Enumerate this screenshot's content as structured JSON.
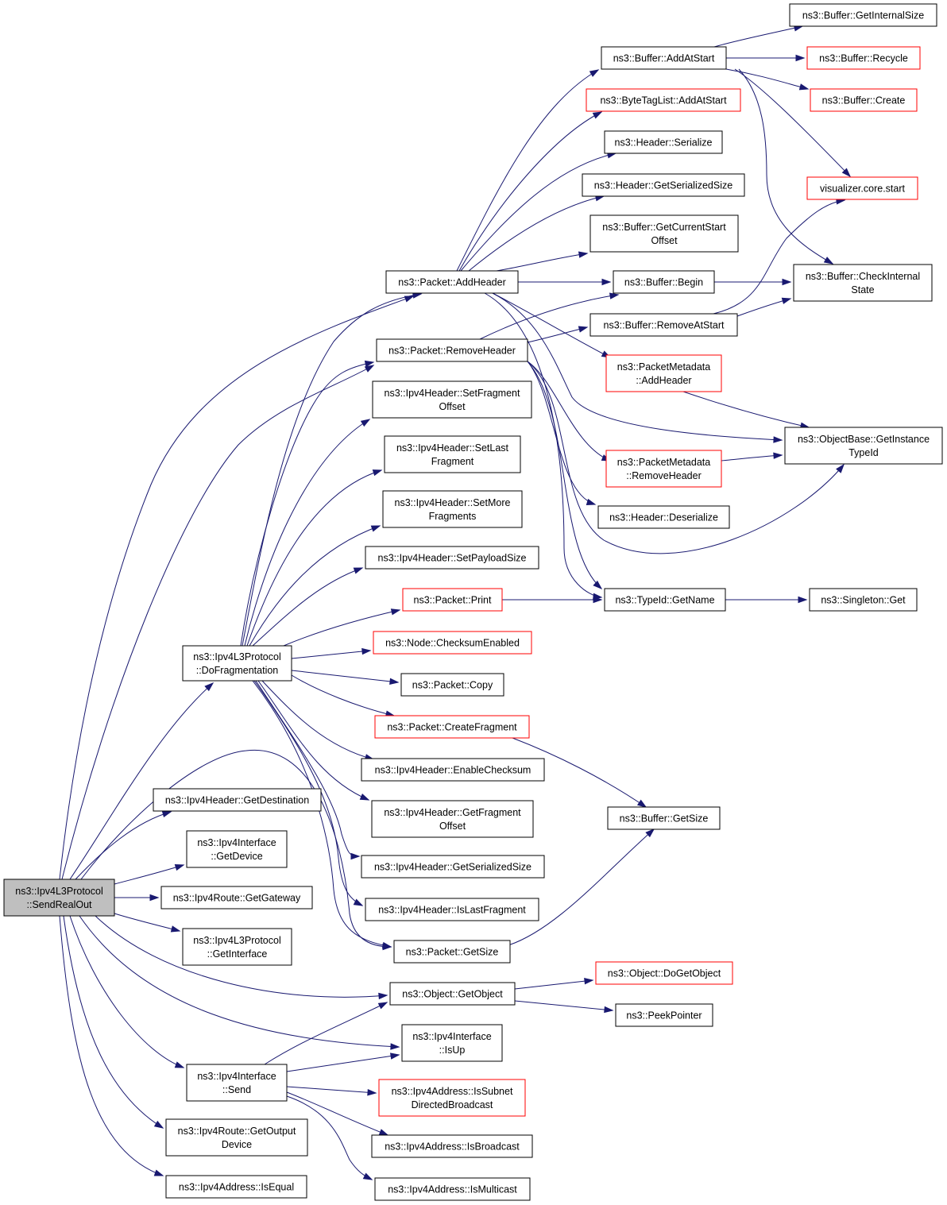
{
  "nodes": {
    "root": [
      "ns3::Ipv4L3Protocol",
      "::SendRealOut"
    ],
    "dofrag": [
      "ns3::Ipv4L3Protocol",
      "::DoFragmentation"
    ],
    "getdest": [
      "ns3::Ipv4Header::GetDestination"
    ],
    "ifgetdev": [
      "ns3::Ipv4Interface",
      "::GetDevice"
    ],
    "routegw": [
      "ns3::Ipv4Route::GetGateway"
    ],
    "l3getif": [
      "ns3::Ipv4L3Protocol",
      "::GetInterface"
    ],
    "ifsend": [
      "ns3::Ipv4Interface",
      "::Send"
    ],
    "routeout": [
      "ns3::Ipv4Route::GetOutput",
      "Device"
    ],
    "addreq": [
      "ns3::Ipv4Address::IsEqual"
    ],
    "addheader": [
      "ns3::Packet::AddHeader"
    ],
    "removeheader": [
      "ns3::Packet::RemoveHeader"
    ],
    "setfragoff": [
      "ns3::Ipv4Header::SetFragment",
      "Offset"
    ],
    "setlast": [
      "ns3::Ipv4Header::SetLast",
      "Fragment"
    ],
    "setmore": [
      "ns3::Ipv4Header::SetMore",
      "Fragments"
    ],
    "setpayload": [
      "ns3::Ipv4Header::SetPayloadSize"
    ],
    "pktprint": [
      "ns3::Packet::Print"
    ],
    "checksum": [
      "ns3::Node::ChecksumEnabled"
    ],
    "pktcopy": [
      "ns3::Packet::Copy"
    ],
    "createfrag": [
      "ns3::Packet::CreateFragment"
    ],
    "enablecs": [
      "ns3::Ipv4Header::EnableChecksum"
    ],
    "getfragoff": [
      "ns3::Ipv4Header::GetFragment",
      "Offset"
    ],
    "getsersize4": [
      "ns3::Ipv4Header::GetSerializedSize"
    ],
    "islastfrag": [
      "ns3::Ipv4Header::IsLastFragment"
    ],
    "pktgetsize": [
      "ns3::Packet::GetSize"
    ],
    "getobject": [
      "ns3::Object::GetObject"
    ],
    "isup": [
      "ns3::Ipv4Interface",
      "::IsUp"
    ],
    "subnetbc": [
      "ns3::Ipv4Address::IsSubnet",
      "DirectedBroadcast"
    ],
    "isbc": [
      "ns3::Ipv4Address::IsBroadcast"
    ],
    "ismc": [
      "ns3::Ipv4Address::IsMulticast"
    ],
    "bufaddatstart": [
      "ns3::Buffer::AddAtStart"
    ],
    "bytetag": [
      "ns3::ByteTagList::AddAtStart"
    ],
    "hdrser": [
      "ns3::Header::Serialize"
    ],
    "hdrgetser": [
      "ns3::Header::GetSerializedSize"
    ],
    "bufcurstart": [
      "ns3::Buffer::GetCurrentStart",
      "Offset"
    ],
    "bufbegin": [
      "ns3::Buffer::Begin"
    ],
    "bufremove": [
      "ns3::Buffer::RemoveAtStart"
    ],
    "pmaddheader": [
      "ns3::PacketMetadata",
      "::AddHeader"
    ],
    "pmremoveheader": [
      "ns3::PacketMetadata",
      "::RemoveHeader"
    ],
    "hdrdeser": [
      "ns3::Header::Deserialize"
    ],
    "typeidname": [
      "ns3::TypeId::GetName"
    ],
    "bufgetsize": [
      "ns3::Buffer::GetSize"
    ],
    "dogetobject": [
      "ns3::Object::DoGetObject"
    ],
    "peekptr": [
      "ns3::PeekPointer"
    ],
    "bufinternal": [
      "ns3::Buffer::GetInternalSize"
    ],
    "bufrecycle": [
      "ns3::Buffer::Recycle"
    ],
    "bufcreate": [
      "ns3::Buffer::Create"
    ],
    "viz": [
      "visualizer.core.start"
    ],
    "bufcheck": [
      "ns3::Buffer::CheckInternal",
      "State"
    ],
    "objtypeid": [
      "ns3::ObjectBase::GetInstance",
      "TypeId"
    ],
    "singleton": [
      "ns3::Singleton::Get"
    ]
  },
  "edge_color": "#191970",
  "highlight_fill": "#bfbfbf",
  "missing_body_border": "#ff0000"
}
